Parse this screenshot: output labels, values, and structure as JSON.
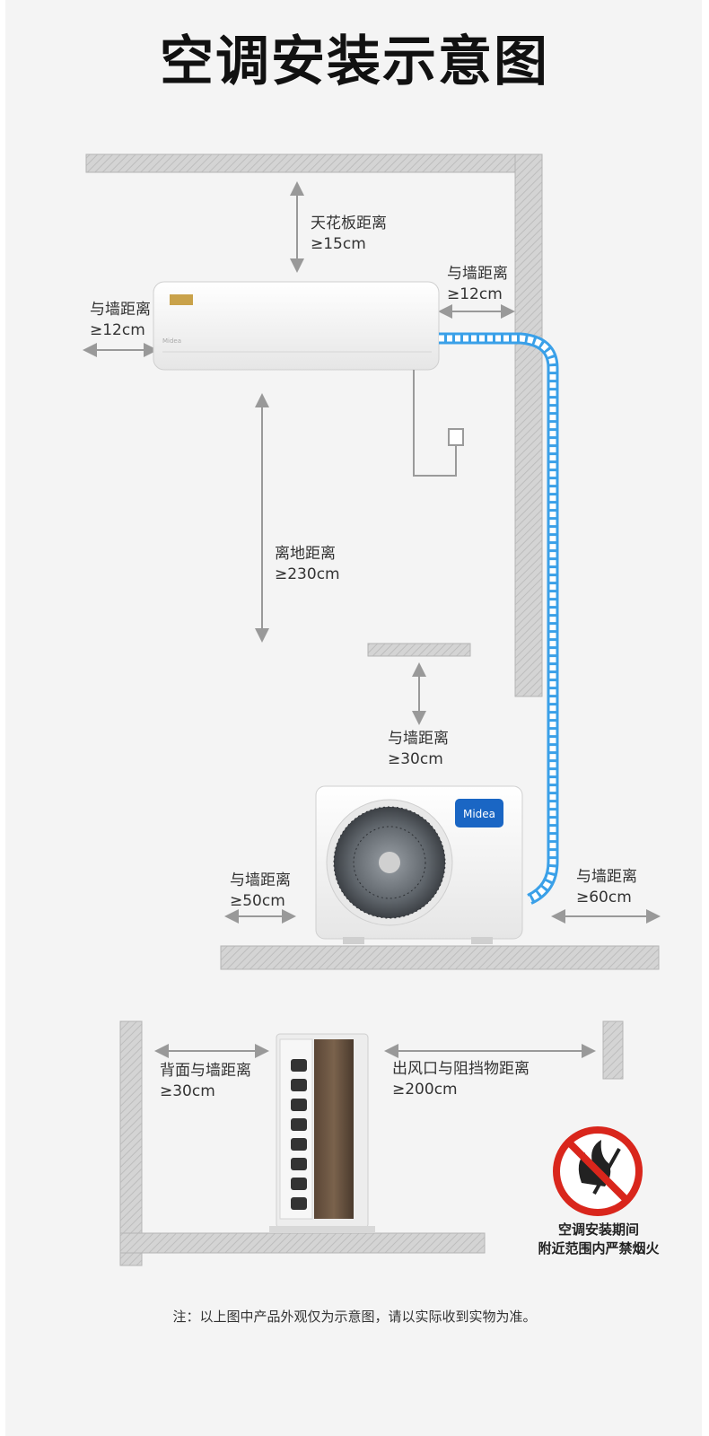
{
  "title": "空调安装示意图",
  "labels": {
    "ceiling": {
      "line1": "天花板距离",
      "line2": "≥15cm"
    },
    "indoor_right": {
      "line1": "与墙距离",
      "line2": "≥12cm"
    },
    "indoor_left": {
      "line1": "与墙距离",
      "line2": "≥12cm"
    },
    "floor": {
      "line1": "离地距离",
      "line2": "≥230cm"
    },
    "outdoor_top": {
      "line1": "与墙距离",
      "line2": "≥30cm"
    },
    "outdoor_left": {
      "line1": "与墙距离",
      "line2": "≥50cm"
    },
    "outdoor_right": {
      "line1": "与墙距离",
      "line2": "≥60cm"
    },
    "back": {
      "line1": "背面与墙距离",
      "line2": "≥30cm"
    },
    "outlet": {
      "line1": "出风口与阻挡物距离",
      "line2": "≥200cm"
    }
  },
  "warning": {
    "line1": "空调安装期间",
    "line2": "附近范围内严禁烟火"
  },
  "brand": "Midea",
  "note": "注：以上图中产品外观仅为示意图，请以实际收到实物为准。",
  "colors": {
    "pipe": "#3aa0e8",
    "wall": "#c9c9c9",
    "arrow": "#999999",
    "prohibit": "#d9261c",
    "brand": "#1a66c4"
  }
}
